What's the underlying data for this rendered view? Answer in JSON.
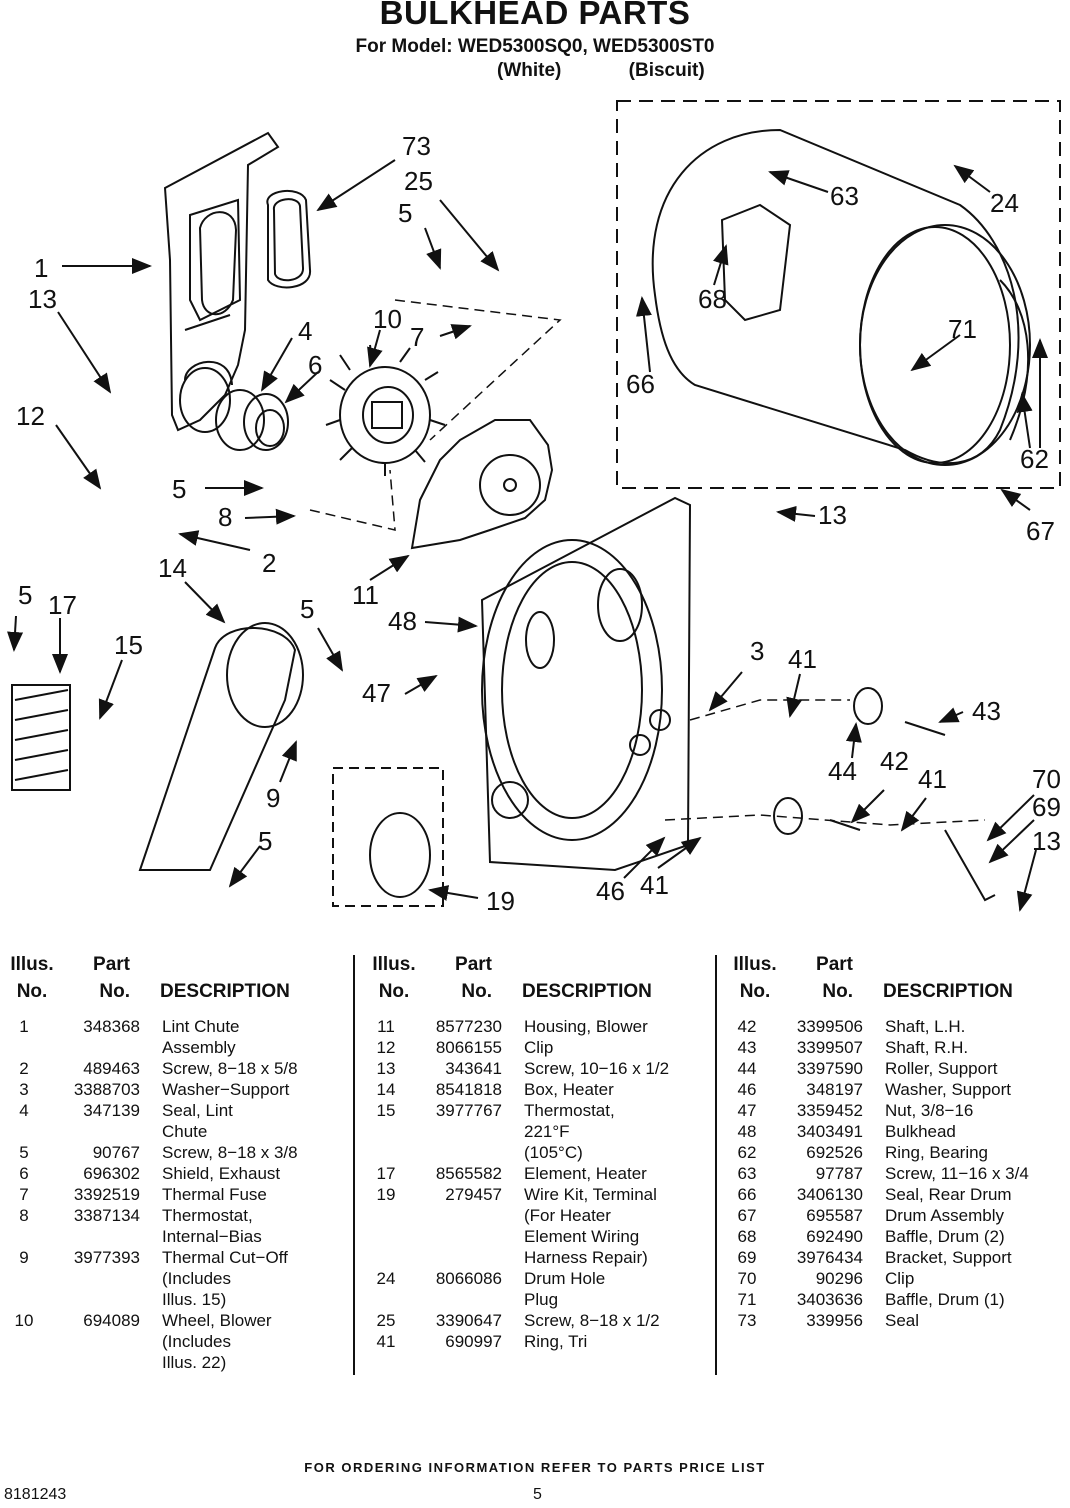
{
  "header": {
    "title": "BULKHEAD PARTS",
    "subtitle": "For Model: WED5300SQ0, WED5300ST0",
    "color_1": "(White)",
    "color_2": "(Biscuit)"
  },
  "diagram": {
    "callouts": [
      "73",
      "25",
      "5",
      "1",
      "13",
      "4",
      "6",
      "10",
      "7",
      "12",
      "5",
      "8",
      "2",
      "14",
      "11",
      "5",
      "17",
      "15",
      "5",
      "48",
      "47",
      "9",
      "5",
      "19",
      "3",
      "41",
      "43",
      "44",
      "42",
      "41",
      "70",
      "69",
      "13",
      "46",
      "41",
      "63",
      "24",
      "68",
      "71",
      "66",
      "62",
      "13",
      "67"
    ]
  },
  "table_headers": {
    "illus": "Illus.",
    "no": "No.",
    "part": "Part",
    "part_no": "No.",
    "description": "DESCRIPTION"
  },
  "columns": [
    {
      "rows": [
        {
          "illus": "1",
          "part": "348368",
          "desc": "Lint Chute"
        },
        {
          "illus": "",
          "part": "",
          "desc": " Assembly"
        },
        {
          "illus": "2",
          "part": "489463",
          "desc": "Screw, 8−18 x 5/8"
        },
        {
          "illus": "3",
          "part": "3388703",
          "desc": "Washer−Support"
        },
        {
          "illus": "4",
          "part": "347139",
          "desc": "Seal, Lint"
        },
        {
          "illus": "",
          "part": "",
          "desc": "Chute"
        },
        {
          "illus": "5",
          "part": "90767",
          "desc": "Screw, 8−18 x 3/8"
        },
        {
          "illus": "6",
          "part": "696302",
          "desc": "Shield, Exhaust"
        },
        {
          "illus": "7",
          "part": "3392519",
          "desc": "Thermal Fuse"
        },
        {
          "illus": "8",
          "part": "3387134",
          "desc": "Thermostat,"
        },
        {
          "illus": "",
          "part": "",
          "desc": "Internal−Bias"
        },
        {
          "illus": "9",
          "part": "3977393",
          "desc": "Thermal Cut−Off"
        },
        {
          "illus": "",
          "part": "",
          "desc": "  (Includes"
        },
        {
          "illus": "",
          "part": "",
          "desc": "  Illus. 15)"
        },
        {
          "illus": "10",
          "part": "694089",
          "desc": "Wheel, Blower"
        },
        {
          "illus": "",
          "part": "",
          "desc": "(Includes"
        },
        {
          "illus": "",
          "part": "",
          "desc": "  Illus. 22)"
        }
      ]
    },
    {
      "rows": [
        {
          "illus": "11",
          "part": "8577230",
          "desc": "Housing, Blower"
        },
        {
          "illus": "12",
          "part": "8066155",
          "desc": "Clip"
        },
        {
          "illus": "13",
          "part": "343641",
          "desc": "Screw, 10−16 x 1/2"
        },
        {
          "illus": "14",
          "part": "8541818",
          "desc": "Box, Heater"
        },
        {
          "illus": "15",
          "part": "3977767",
          "desc": "Thermostat,"
        },
        {
          "illus": "",
          "part": "",
          "desc": "221°F"
        },
        {
          "illus": "",
          "part": "",
          "desc": "(105°C)"
        },
        {
          "illus": "17",
          "part": "8565582",
          "desc": "Element, Heater"
        },
        {
          "illus": "19",
          "part": "279457",
          "desc": "Wire Kit, Terminal"
        },
        {
          "illus": "",
          "part": "",
          "desc": "(For Heater"
        },
        {
          "illus": "",
          "part": "",
          "desc": "Element Wiring"
        },
        {
          "illus": "",
          "part": "",
          "desc": "Harness Repair)"
        },
        {
          "illus": "24",
          "part": "8066086",
          "desc": "Drum Hole"
        },
        {
          "illus": "",
          "part": "",
          "desc": "Plug"
        },
        {
          "illus": "25",
          "part": "3390647",
          "desc": "Screw, 8−18 x 1/2"
        },
        {
          "illus": "41",
          "part": "690997",
          "desc": "Ring, Tri"
        }
      ]
    },
    {
      "rows": [
        {
          "illus": "42",
          "part": "3399506",
          "desc": "Shaft, L.H."
        },
        {
          "illus": "43",
          "part": "3399507",
          "desc": "Shaft, R.H."
        },
        {
          "illus": "44",
          "part": "3397590",
          "desc": "Roller, Support"
        },
        {
          "illus": "46",
          "part": "348197",
          "desc": "Washer, Support"
        },
        {
          "illus": "47",
          "part": "3359452",
          "desc": "Nut, 3/8−16"
        },
        {
          "illus": "48",
          "part": "3403491",
          "desc": "Bulkhead"
        },
        {
          "illus": "62",
          "part": "692526",
          "desc": "Ring, Bearing"
        },
        {
          "illus": "63",
          "part": "97787",
          "desc": "Screw, 11−16 x 3/4"
        },
        {
          "illus": "66",
          "part": "3406130",
          "desc": "Seal, Rear Drum"
        },
        {
          "illus": "67",
          "part": "695587",
          "desc": "Drum Assembly"
        },
        {
          "illus": "68",
          "part": "692490",
          "desc": "Baffle, Drum (2)"
        },
        {
          "illus": "69",
          "part": "3976434",
          "desc": "Bracket, Support"
        },
        {
          "illus": "70",
          "part": "90296",
          "desc": "Clip"
        },
        {
          "illus": "71",
          "part": "3403636",
          "desc": "Baffle, Drum (1)"
        },
        {
          "illus": "73",
          "part": "339956",
          "desc": "Seal"
        }
      ]
    }
  ],
  "footer": {
    "note": "FOR ORDERING INFORMATION REFER TO PARTS PRICE LIST",
    "doc_number": "8181243",
    "page": "5"
  }
}
